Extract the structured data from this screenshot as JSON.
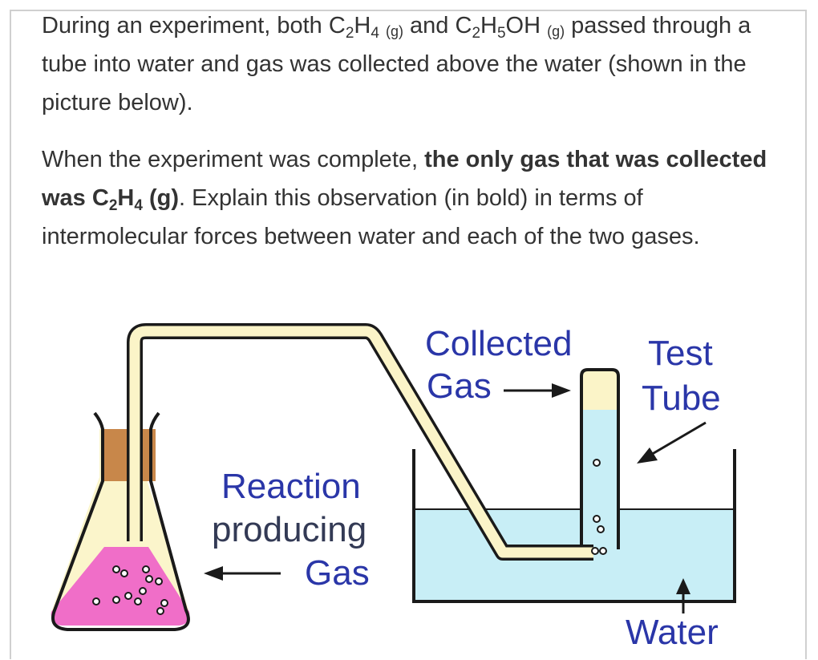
{
  "question": {
    "p1": {
      "t1": "During an experiment, both C",
      "t2": "H",
      "t3": "and C",
      "t4": "H",
      "t5": "OH",
      "t6": "passed through a tube into water and gas was collected above the water (shown in the picture below).",
      "sub_2": "2",
      "sub_4": "4",
      "sub_5": "5",
      "state_g": "(g)"
    },
    "p2": {
      "t1": "When the experiment was complete, ",
      "b1": "the only gas that was collected was C",
      "b2": "H",
      "b3": " (g)",
      "t2": ". Explain this observation (in bold) in terms of intermolecular forces between water and each of the two gases.",
      "sub_2": "2",
      "sub_4": "4"
    }
  },
  "diagram": {
    "label_collected": "Collected",
    "label_gas_top": "Gas",
    "label_test": "Test",
    "label_tube": "Tube",
    "label_reaction": "Reaction",
    "label_producing": "producing",
    "label_gas_bottom": "Gas",
    "label_water": "Water",
    "colors": {
      "tube_fill": "#fbf4c8",
      "outline": "#1a1a1a",
      "stopper": "#c8874a",
      "liquid_pink": "#f06ec8",
      "water": "#c8eef6",
      "label_blue": "#2a36a8"
    }
  }
}
